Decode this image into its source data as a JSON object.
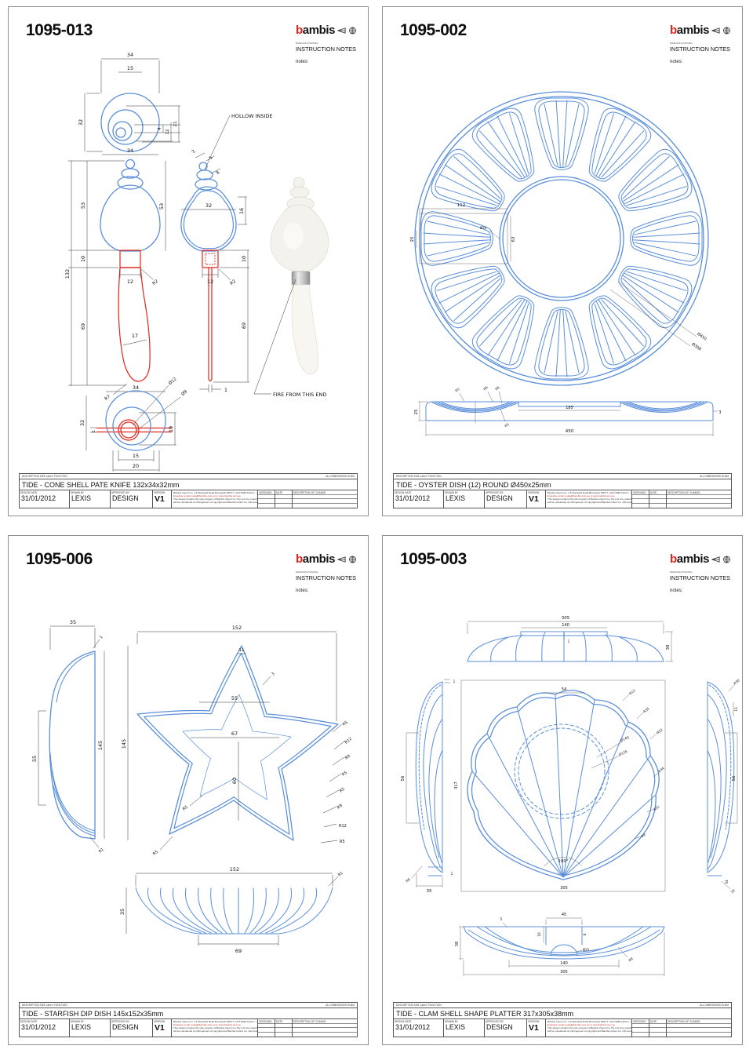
{
  "page": {
    "background": "#ffffff"
  },
  "brand": {
    "logo_prefix": "b",
    "logo_suffix": "ambis",
    "tagline": "MANUFACTURING",
    "heading": "INSTRUCTION NOTES",
    "notes_label": "notes:",
    "accent": "#e62218",
    "line_blue": "#5b8fd9",
    "line_red": "#e0251b"
  },
  "titleblock": {
    "meta_label": "DESCRIPTION  SIZE  Label / FUNCTION",
    "corner_note": "ALL DIMENSIONS IN MM",
    "design_date_label": "DESIGN DATE",
    "drawn_by_label": "DRAWN BY",
    "approved_by_label": "APPROVED BY",
    "version_label": "VERSION",
    "versions_label": "VERSIONS",
    "date_label": "DATE",
    "change_label": "DESCRIPTION OF CHANGE",
    "fineprint_1": "Bambis Import Co. 1-5 Moreland Road Brunswick 3056  T: +613 9386 1222  F: +613 9386 1050",
    "fineprint_2": "Enquiries email: psala@bambis.com.au or www.bambis.com.au",
    "fineprint_3": "This design remains the sole property of Bambis Import Co. Pty Ltd. Any unauthorised use of this design",
    "fineprint_4": "will be considered an infringement of copyright and Bambis Import Co. will prosecute."
  },
  "panels": [
    {
      "number": "1095-013",
      "description": "TIDE - CONE SHELL PATE KNIFE 132x34x32mm",
      "design_date": "31/01/2012",
      "drawn_by": "LEXIS",
      "approved_by": "DESIGN",
      "version": "V1",
      "annotations": {
        "hollow": "HOLLOW INSIDE",
        "fire": "FIRE FROM THIS END"
      },
      "dims": {
        "top": [
          "34",
          "15",
          "32",
          "4",
          "12",
          "21"
        ],
        "front": [
          "34",
          "53",
          "10",
          "12",
          "R2",
          "69",
          "17",
          "R7",
          "132"
        ],
        "side": [
          "2",
          "5",
          "8",
          "32",
          "16",
          "53",
          "10",
          "12",
          "R2",
          "69",
          "1"
        ],
        "bottom": [
          "34",
          "32",
          "Ø12",
          "Ø9",
          "1",
          "19",
          "15",
          "20"
        ]
      }
    },
    {
      "number": "1095-002",
      "description": "TIDE - OYSTER DISH (12) ROUND Ø450x25mm",
      "design_date": "31/01/2012",
      "drawn_by": "LEXIS",
      "approved_by": "DESIGN",
      "version": "V1",
      "dims": {
        "plan": [
          "112",
          "Ø20",
          "63",
          "25",
          "Ø450",
          "Ø308"
        ],
        "section": [
          "25",
          "450",
          "185",
          "3",
          "R5",
          "R6",
          "R6",
          "R5"
        ]
      }
    },
    {
      "number": "1095-006",
      "description": "TIDE - STARFISH DIP DISH 145x152x35mm",
      "design_date": "31/01/2012",
      "drawn_by": "LEXIS",
      "approved_by": "DESIGN",
      "version": "V1",
      "dims": {
        "side": [
          "35",
          "1",
          "55",
          "145",
          "R1"
        ],
        "plan": [
          "152",
          "145",
          "11",
          "3",
          "55",
          "67",
          "60",
          "R5",
          "R12",
          "R9",
          "R5",
          "R5",
          "R9",
          "R12",
          "R5",
          "R5",
          "R5"
        ],
        "section": [
          "152",
          "35",
          "69",
          "R1"
        ]
      }
    },
    {
      "number": "1095-003",
      "description": "TIDE - CLAM SHELL SHAPE PLATTER 317x305x38mm",
      "design_date": "31/01/2012",
      "drawn_by": "LEXIS",
      "approved_by": "DESIGN",
      "version": "V1",
      "dims": {
        "top": [
          "305",
          "140",
          "38",
          "1"
        ],
        "left": [
          "1",
          "56",
          "35",
          "R8",
          "1"
        ],
        "plan": [
          "54",
          "317",
          "305",
          "100°",
          "Ø146",
          "Ø126",
          "R12",
          "R35",
          "R52",
          "R34",
          "R51",
          "R9"
        ],
        "right": [
          "R30",
          "13",
          "56",
          "34",
          "18"
        ],
        "section": [
          "45",
          "5",
          "10",
          "8",
          "38",
          "Ø25",
          "140",
          "305",
          "R8"
        ]
      }
    }
  ]
}
